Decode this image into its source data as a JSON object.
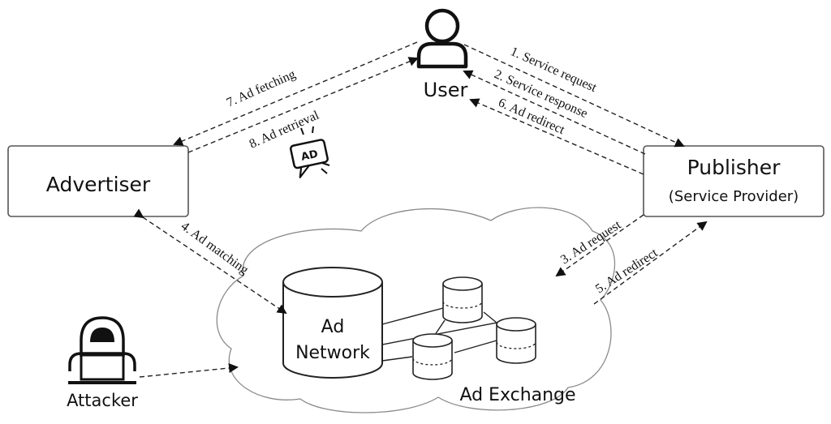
{
  "nodes": {
    "user": "User",
    "advertiser": "Advertiser",
    "publisher_line1": "Publisher",
    "publisher_line2": "(Service Provider)",
    "ad_network_line1": "Ad",
    "ad_network_line2": "Network",
    "ad_exchange": "Ad Exchange",
    "attacker": "Attacker",
    "ad_badge": "AD"
  },
  "edges": {
    "e1": "1.   Service request",
    "e2": "2.   Service response",
    "e3": "3.   Ad request",
    "e4": "4.   Ad matching",
    "e5": "5.   Ad redirect",
    "e6": "6.   Ad redirect",
    "e7": "7.   Ad fetching",
    "e8": "8.   Ad retrieval"
  }
}
